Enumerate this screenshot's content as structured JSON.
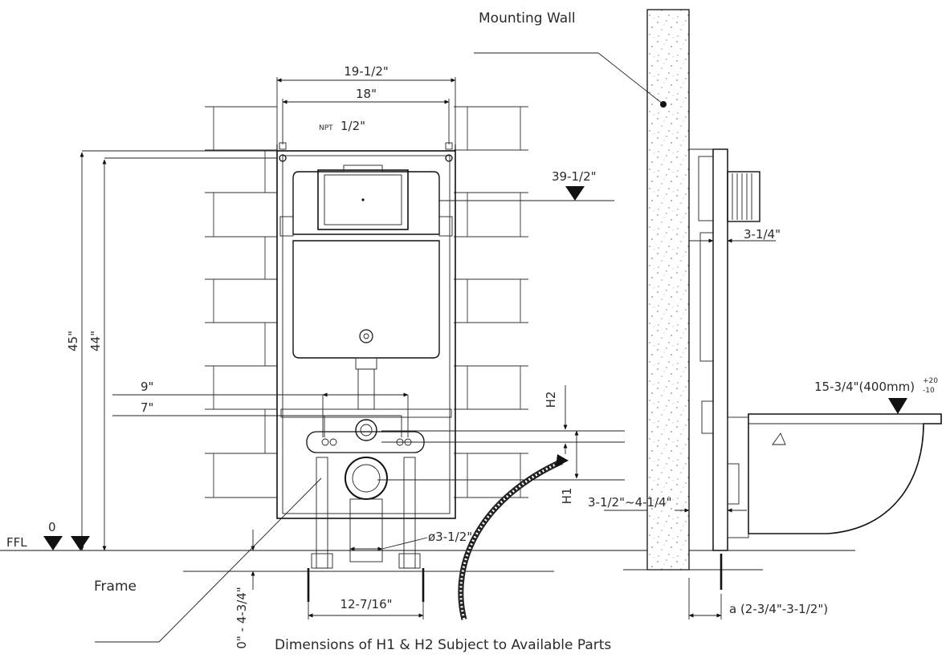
{
  "labels": {
    "mounting_wall": "Mounting Wall",
    "frame": "Frame",
    "ffl": "FFL",
    "zero": "0",
    "npt_prefix": "NPT",
    "npt_size": "1/2\"",
    "h1": "H1",
    "h2": "H2",
    "note": "Dimensions of H1 & H2 Subject to Available Parts"
  },
  "dimensions": {
    "width_outer": "19-1/2\"",
    "width_inner": "18\"",
    "height_45": "45\"",
    "height_44": "44\"",
    "height_39": "39-1/2\"",
    "offset_9": "9\"",
    "offset_7": "7\"",
    "pipe_diameter": "ø3-1/2\"",
    "feet_spacing": "12-7/16\"",
    "floor_adjust": "0\" - 4-3/4\"",
    "depth_3_1_4": "3-1/4\"",
    "wall_gap": "3-1/2\"~4-1/4\"",
    "bowl_height": "15-3/4\"(400mm)",
    "bowl_tol_plus": "+20",
    "bowl_tol_minus": "-10",
    "anchor_a": "a (2-3/4\"-3-1/2\")"
  }
}
